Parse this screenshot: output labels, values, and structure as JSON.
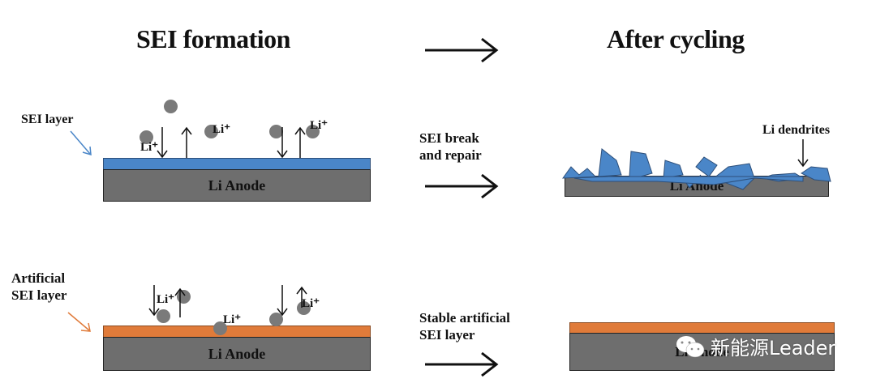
{
  "titles": {
    "left": "SEI formation",
    "right": "After cycling"
  },
  "top_row": {
    "side_label": "SEI layer",
    "anode_label": "Li Anode",
    "ion_labels": [
      "Li⁺",
      "Li⁺",
      "Li⁺"
    ],
    "transition_label_line1": "SEI break",
    "transition_label_line2": "and repair",
    "result_anode_label": "Li Anode",
    "result_annotation": "Li dendrites"
  },
  "bottom_row": {
    "side_label_line1": "Artificial",
    "side_label_line2": "SEI layer",
    "anode_label": "Li Anode",
    "ion_labels": [
      "Li⁺",
      "Li⁺",
      "Li⁺"
    ],
    "transition_label_line1": "Stable artificial",
    "transition_label_line2": "SEI layer",
    "result_anode_label": "Li Anode"
  },
  "colors": {
    "sei_layer": "#4a86c8",
    "artificial_sei_layer": "#e07b3a",
    "anode": "#6e6e6e",
    "ion": "#7a7a7a",
    "sei_pointer_arrow": "#4a86c8",
    "artificial_pointer_arrow": "#e07b3a"
  },
  "watermark": {
    "icon": "wechat-icon",
    "text": "新能源Leader"
  }
}
